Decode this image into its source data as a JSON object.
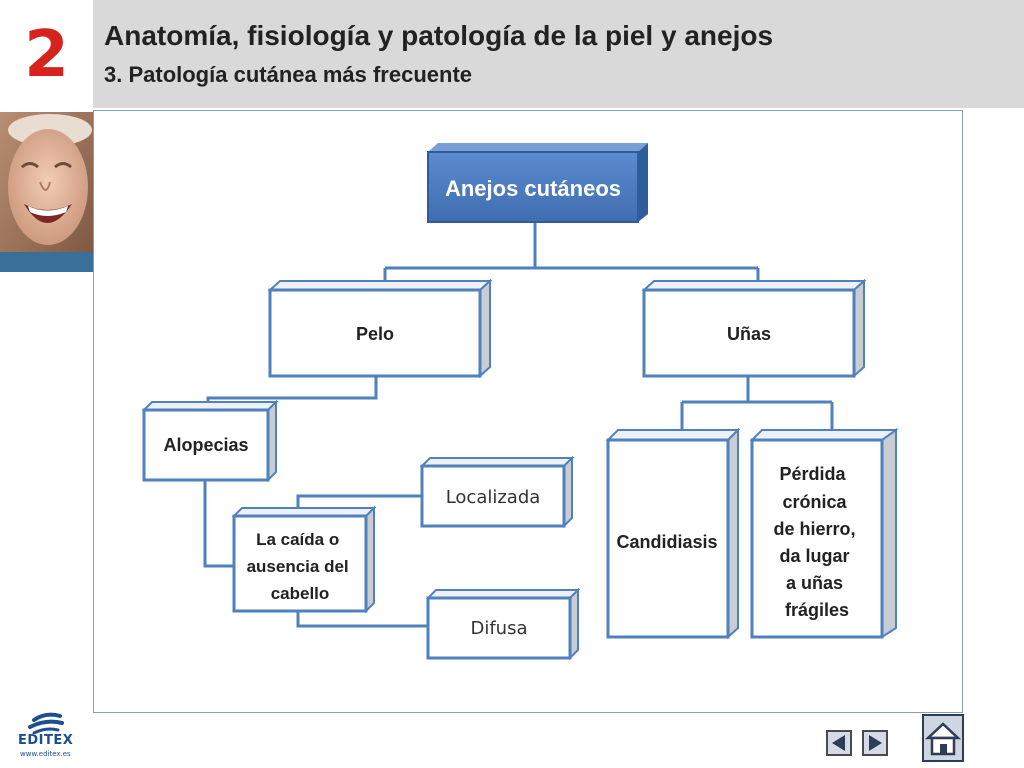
{
  "header": {
    "chapter_number": "2",
    "title": "Anatomía, fisiología y patología de la piel y anejos",
    "subtitle": "3. Patología cutánea más frecuente"
  },
  "diagram": {
    "root": "Anejos cutáneos",
    "pelo": "Pelo",
    "unas": "Uñas",
    "alopecias": "Alopecias",
    "caida": [
      "La caída o",
      "ausencia del",
      "cabello"
    ],
    "localizada": "Localizada",
    "difusa": "Difusa",
    "candidiasis": "Candidiasis",
    "perdida": [
      "Pérdida",
      "crónica",
      "de hierro,",
      "da lugar",
      "a uñas",
      "frágiles"
    ]
  },
  "footer": {
    "logo_text": "EDITEX",
    "logo_url": "www.editex.es"
  },
  "colors": {
    "accent_red": "#d6231e",
    "box_border": "#4f81bd",
    "root_fill": "#4f7fc0",
    "header_band": "#d9d9d9"
  },
  "icons": {
    "prev": "triangle-left-icon",
    "next": "triangle-right-icon",
    "home": "house-icon"
  }
}
